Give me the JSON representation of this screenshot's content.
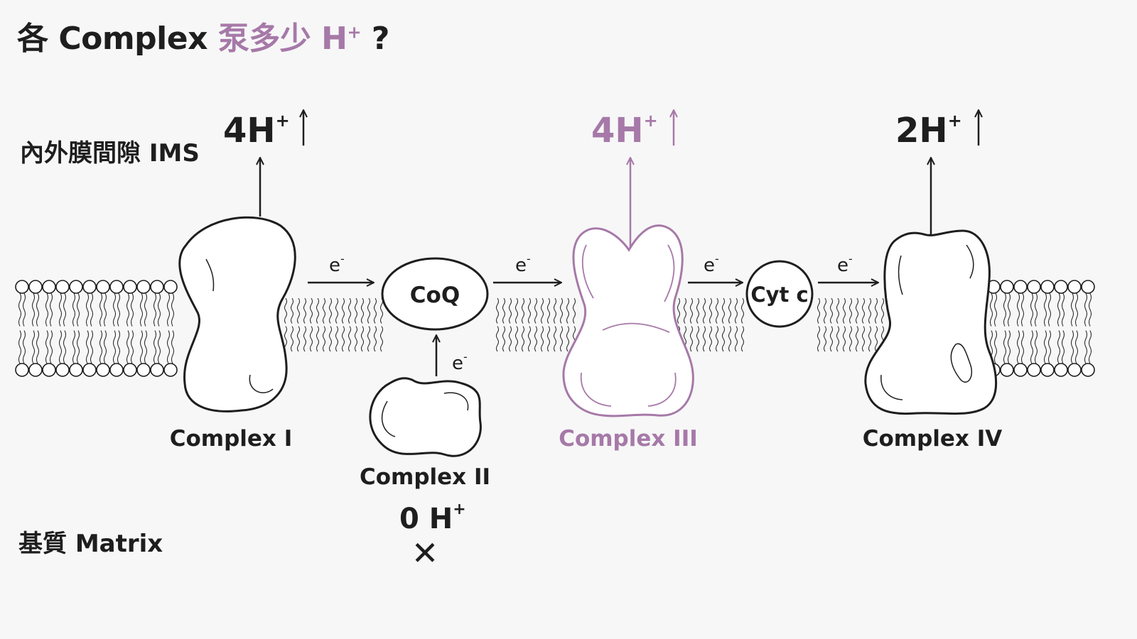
{
  "title": {
    "part1": "各 Complex ",
    "highlight": "泵多少 H",
    "highlight_sup": "+",
    "part2": " ?"
  },
  "labels": {
    "ims": "內外膜間隙 IMS",
    "matrix": "基質 Matrix"
  },
  "complexes": {
    "c1": {
      "name": "Complex I",
      "protons": "4H",
      "sup": "+"
    },
    "c2": {
      "name": "Complex II",
      "protons": "0 H",
      "sup": "+",
      "none_mark": "✕"
    },
    "c3": {
      "name": "Complex III",
      "protons": "4H",
      "sup": "+"
    },
    "c4": {
      "name": "Complex IV",
      "protons": "2H",
      "sup": "+"
    }
  },
  "carriers": {
    "coq": "CoQ",
    "cytc": "Cyt c"
  },
  "electron": {
    "base": "e",
    "sup": "-"
  },
  "colors": {
    "accent": "#a679a8",
    "ink": "#1e1e1e",
    "background": "#f7f7f7"
  }
}
